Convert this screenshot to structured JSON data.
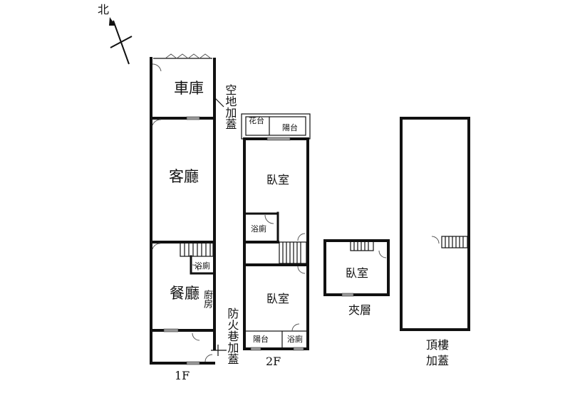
{
  "compass": {
    "north_label": "北"
  },
  "floors": {
    "f1": {
      "label": "1F",
      "rooms": {
        "garage": "車庫",
        "living": "客廳",
        "dining": "餐廳",
        "kitchen": "廚房",
        "bath": "浴廁"
      }
    },
    "f2": {
      "label": "2F",
      "rooms": {
        "planter": "花台",
        "balcony_front": "陽台",
        "bedroom_front": "臥室",
        "bath_front": "浴廁",
        "bedroom_back": "臥室",
        "balcony_back": "陽台",
        "bath_back": "浴廁"
      }
    },
    "mezzanine": {
      "label": "夾層",
      "rooms": {
        "bedroom": "臥室"
      }
    },
    "roof": {
      "label": "頂樓加蓋"
    }
  },
  "annotations": {
    "open_space": "空地加蓋",
    "fire_lane": "防火巷加蓋"
  }
}
